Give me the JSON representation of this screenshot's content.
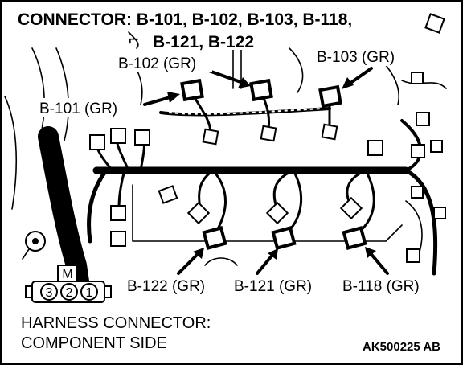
{
  "title": {
    "line1": "CONNECTOR: B-101, B-102, B-103, B-118,",
    "line2": "B-121, B-122"
  },
  "callouts": {
    "b102": "B-102 (GR)",
    "b103": "B-103 (GR)",
    "b101": "B-101 (GR)",
    "b122": "B-122 (GR)",
    "b121": "B-121 (GR)",
    "b118": "B-118 (GR)"
  },
  "pins": {
    "m": "M",
    "p3": "3",
    "p2": "2",
    "p1": "1"
  },
  "caption": {
    "line1": "HARNESS CONNECTOR:",
    "line2": "COMPONENT SIDE"
  },
  "figure_id": "AK500225 AB"
}
